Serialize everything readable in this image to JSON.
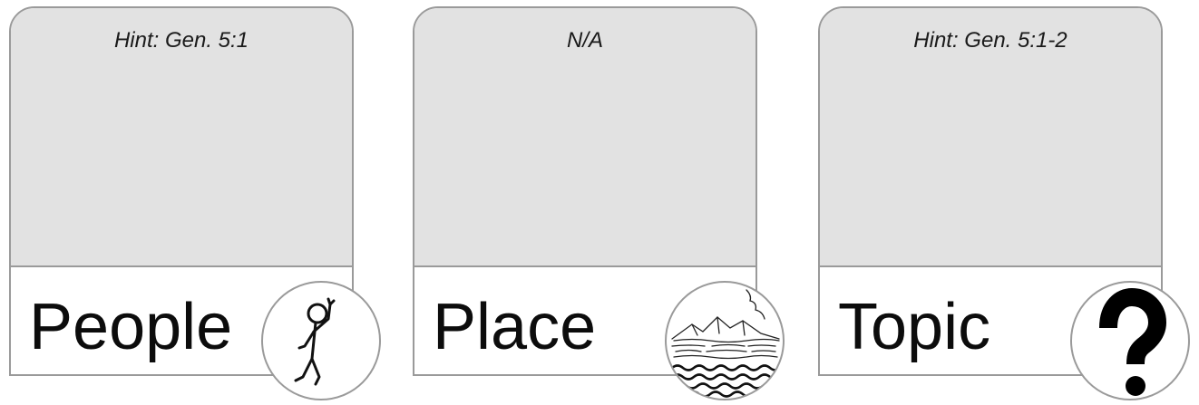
{
  "cards": [
    {
      "hint": "Hint: Gen. 5:1",
      "label": "People",
      "icon": "stick-figure-icon"
    },
    {
      "hint": "N/A",
      "label": "Place",
      "icon": "landscape-icon"
    },
    {
      "hint": "Hint: Gen. 5:1-2",
      "label": "Topic",
      "icon": "question-mark-icon"
    }
  ],
  "colors": {
    "card_top": "#e2e2e2",
    "card_border": "#9a9a9a",
    "text": "#0c0c0c"
  }
}
